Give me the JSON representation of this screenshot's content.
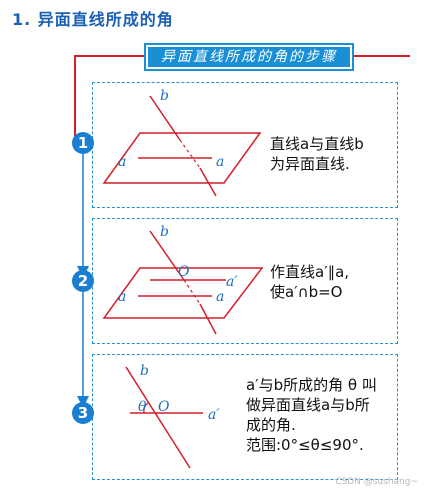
{
  "heading": "1. 异面直线所成的角",
  "banner": "异面直线所成的角的步骤",
  "steps": [
    {
      "number": "1",
      "lines": [
        "直线a与直线b",
        "为异面直线."
      ],
      "labels": {
        "b": "b",
        "a1": "a",
        "a2": "a"
      }
    },
    {
      "number": "2",
      "lines": [
        "作直线a′∥a,",
        "使a′∩b=O"
      ],
      "labels": {
        "b": "b",
        "O": "O",
        "a_prime": "a′",
        "a1": "a",
        "a2": "a"
      }
    },
    {
      "number": "3",
      "lines": [
        "a′与b所成的角 θ 叫",
        "做异面直线a与b所",
        "成的角.",
        "范围:0°≤θ≤90°."
      ],
      "labels": {
        "b": "b",
        "theta": "θ",
        "O": "O",
        "a_prime": "a′"
      }
    }
  ],
  "watermark": "CSDN @sushang~",
  "colors": {
    "accent": "#1a8fd6",
    "line_red": "#d21f2b",
    "label_blue": "#1a6fc4"
  }
}
